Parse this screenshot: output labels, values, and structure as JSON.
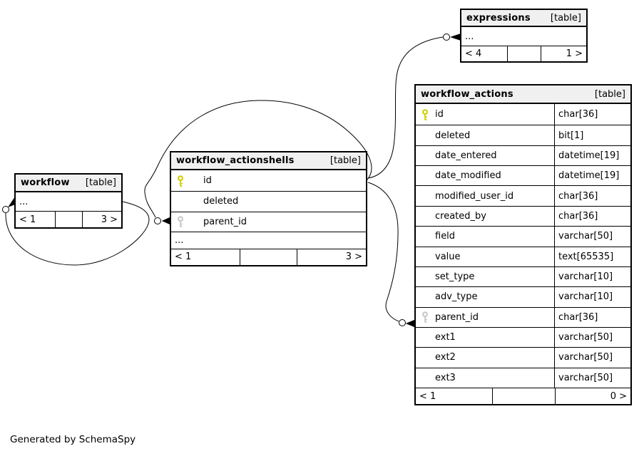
{
  "page": {
    "footer_note": "Generated by SchemaSpy"
  },
  "colors": {
    "header_bg": "#f0f0f0",
    "border": "#000000",
    "pk_key": "#cfcf00",
    "fk_key": "#c8c8c8"
  },
  "tables": [
    {
      "id": "expressions",
      "name": "expressions",
      "tag": "[table]",
      "columns": [
        {
          "name": "...",
          "ellipsis": true
        }
      ],
      "footer": {
        "left": "< 4",
        "mid": "",
        "right": "1 >"
      }
    },
    {
      "id": "workflow_actions",
      "name": "workflow_actions",
      "tag": "[table]",
      "columns": [
        {
          "name": "id",
          "type": "char[36]",
          "key": "pk"
        },
        {
          "name": "deleted",
          "type": "bit[1]"
        },
        {
          "name": "date_entered",
          "type": "datetime[19]"
        },
        {
          "name": "date_modified",
          "type": "datetime[19]"
        },
        {
          "name": "modified_user_id",
          "type": "char[36]"
        },
        {
          "name": "created_by",
          "type": "char[36]"
        },
        {
          "name": "field",
          "type": "varchar[50]"
        },
        {
          "name": "value",
          "type": "text[65535]"
        },
        {
          "name": "set_type",
          "type": "varchar[10]"
        },
        {
          "name": "adv_type",
          "type": "varchar[10]"
        },
        {
          "name": "parent_id",
          "type": "char[36]",
          "key": "fk"
        },
        {
          "name": "ext1",
          "type": "varchar[50]"
        },
        {
          "name": "ext2",
          "type": "varchar[50]"
        },
        {
          "name": "ext3",
          "type": "varchar[50]"
        }
      ],
      "footer": {
        "left": "< 1",
        "mid": "",
        "right": "0 >"
      }
    },
    {
      "id": "workflow_actionshells",
      "name": "workflow_actionshells",
      "tag": "[table]",
      "columns": [
        {
          "name": "id",
          "key": "pk"
        },
        {
          "name": "deleted"
        },
        {
          "name": "parent_id",
          "key": "fk"
        },
        {
          "name": "...",
          "ellipsis": true
        }
      ],
      "footer": {
        "left": "< 1",
        "mid": "",
        "right": "3 >"
      }
    },
    {
      "id": "workflow",
      "name": "workflow",
      "tag": "[table]",
      "columns": [
        {
          "name": "...",
          "ellipsis": true
        }
      ],
      "footer": {
        "left": "< 1",
        "mid": "",
        "right": "3 >"
      }
    }
  ],
  "relationships": [
    {
      "id": "workflow-self-reference",
      "from": "workflow",
      "to": "workflow"
    },
    {
      "id": "actionshells-self-reference",
      "from": "workflow_actionshells",
      "to": "workflow_actionshells.parent_id"
    },
    {
      "id": "actionshells-to-expressions",
      "from": "workflow_actionshells",
      "to": "expressions"
    },
    {
      "id": "actionshells-to-workflow-actions",
      "from": "workflow_actionshells",
      "to": "workflow_actions.parent_id"
    }
  ]
}
